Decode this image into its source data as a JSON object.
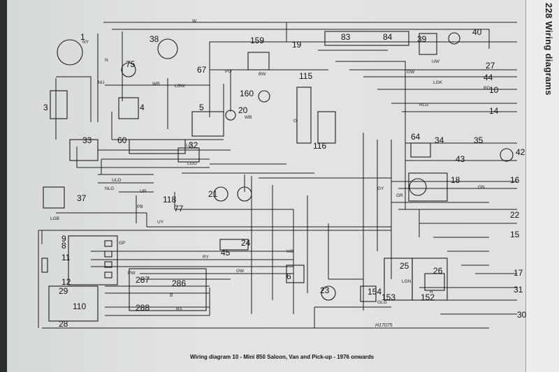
{
  "side_title": "228 Wiring diagrams",
  "caption": "Wiring diagram 10 - Mini 850 Saloon, Van and Pick-up - 1976 onwards",
  "drawing_ref": "H17075",
  "components": [
    "1",
    "3",
    "4",
    "5",
    "6",
    "8",
    "9",
    "10",
    "11",
    "12",
    "14",
    "15",
    "16",
    "17",
    "18",
    "19",
    "20",
    "21",
    "22",
    "23",
    "24",
    "25",
    "26",
    "27",
    "28",
    "29",
    "30",
    "31",
    "32",
    "33",
    "34",
    "35",
    "37",
    "38",
    "39",
    "40",
    "42",
    "43",
    "44",
    "45",
    "60",
    "64",
    "67",
    "75",
    "77",
    "83",
    "84",
    "110",
    "115",
    "116",
    "118",
    "152",
    "153",
    "154",
    "159",
    "160",
    "286",
    "287",
    "288"
  ],
  "wire_labels": [
    "NY",
    "N",
    "NU",
    "W",
    "WR",
    "LGW",
    "LG",
    "LGO",
    "PO",
    "BW",
    "G",
    "GY",
    "GR",
    "GW",
    "UW",
    "RG",
    "RLG",
    "NLG",
    "LGB",
    "ULO",
    "UR",
    "PB",
    "UY",
    "RY",
    "UO",
    "PW",
    "B",
    "BS",
    "WB",
    "GP",
    "GW",
    "GN",
    "LGK",
    "LGN",
    "GLG",
    "R"
  ]
}
